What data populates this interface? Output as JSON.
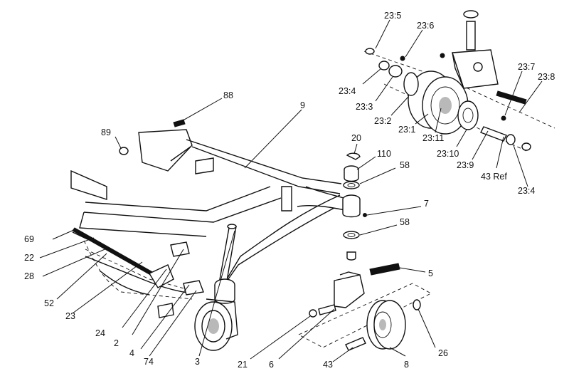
{
  "callouts": [
    {
      "id": "c88",
      "label": "88"
    },
    {
      "id": "c9",
      "label": "9"
    },
    {
      "id": "c89",
      "label": "89"
    },
    {
      "id": "c69",
      "label": "69"
    },
    {
      "id": "c22",
      "label": "22"
    },
    {
      "id": "c28",
      "label": "28"
    },
    {
      "id": "c52",
      "label": "52"
    },
    {
      "id": "c23",
      "label": "23"
    },
    {
      "id": "c24",
      "label": "24"
    },
    {
      "id": "c2",
      "label": "2"
    },
    {
      "id": "c4",
      "label": "4"
    },
    {
      "id": "c74",
      "label": "74"
    },
    {
      "id": "c3",
      "label": "3"
    },
    {
      "id": "c21",
      "label": "21"
    },
    {
      "id": "c6",
      "label": "6"
    },
    {
      "id": "c43",
      "label": "43"
    },
    {
      "id": "c8",
      "label": "8"
    },
    {
      "id": "c26",
      "label": "26"
    },
    {
      "id": "c5",
      "label": "5"
    },
    {
      "id": "c58a",
      "label": "58"
    },
    {
      "id": "c7",
      "label": "7"
    },
    {
      "id": "c58b",
      "label": "58"
    },
    {
      "id": "c110",
      "label": "110"
    },
    {
      "id": "c20",
      "label": "20"
    },
    {
      "id": "c23_5",
      "label": "23:5"
    },
    {
      "id": "c23_6",
      "label": "23:6"
    },
    {
      "id": "c23_4a",
      "label": "23:4"
    },
    {
      "id": "c23_3",
      "label": "23:3"
    },
    {
      "id": "c23_2",
      "label": "23:2"
    },
    {
      "id": "c23_1",
      "label": "23:1"
    },
    {
      "id": "c23_11",
      "label": "23:11"
    },
    {
      "id": "c23_10",
      "label": "23:10"
    },
    {
      "id": "c23_9",
      "label": "23:9"
    },
    {
      "id": "c43ref",
      "label": "43 Ref"
    },
    {
      "id": "c23_4b",
      "label": "23:4"
    },
    {
      "id": "c23_7",
      "label": "23:7"
    },
    {
      "id": "c23_8",
      "label": "23:8"
    }
  ]
}
